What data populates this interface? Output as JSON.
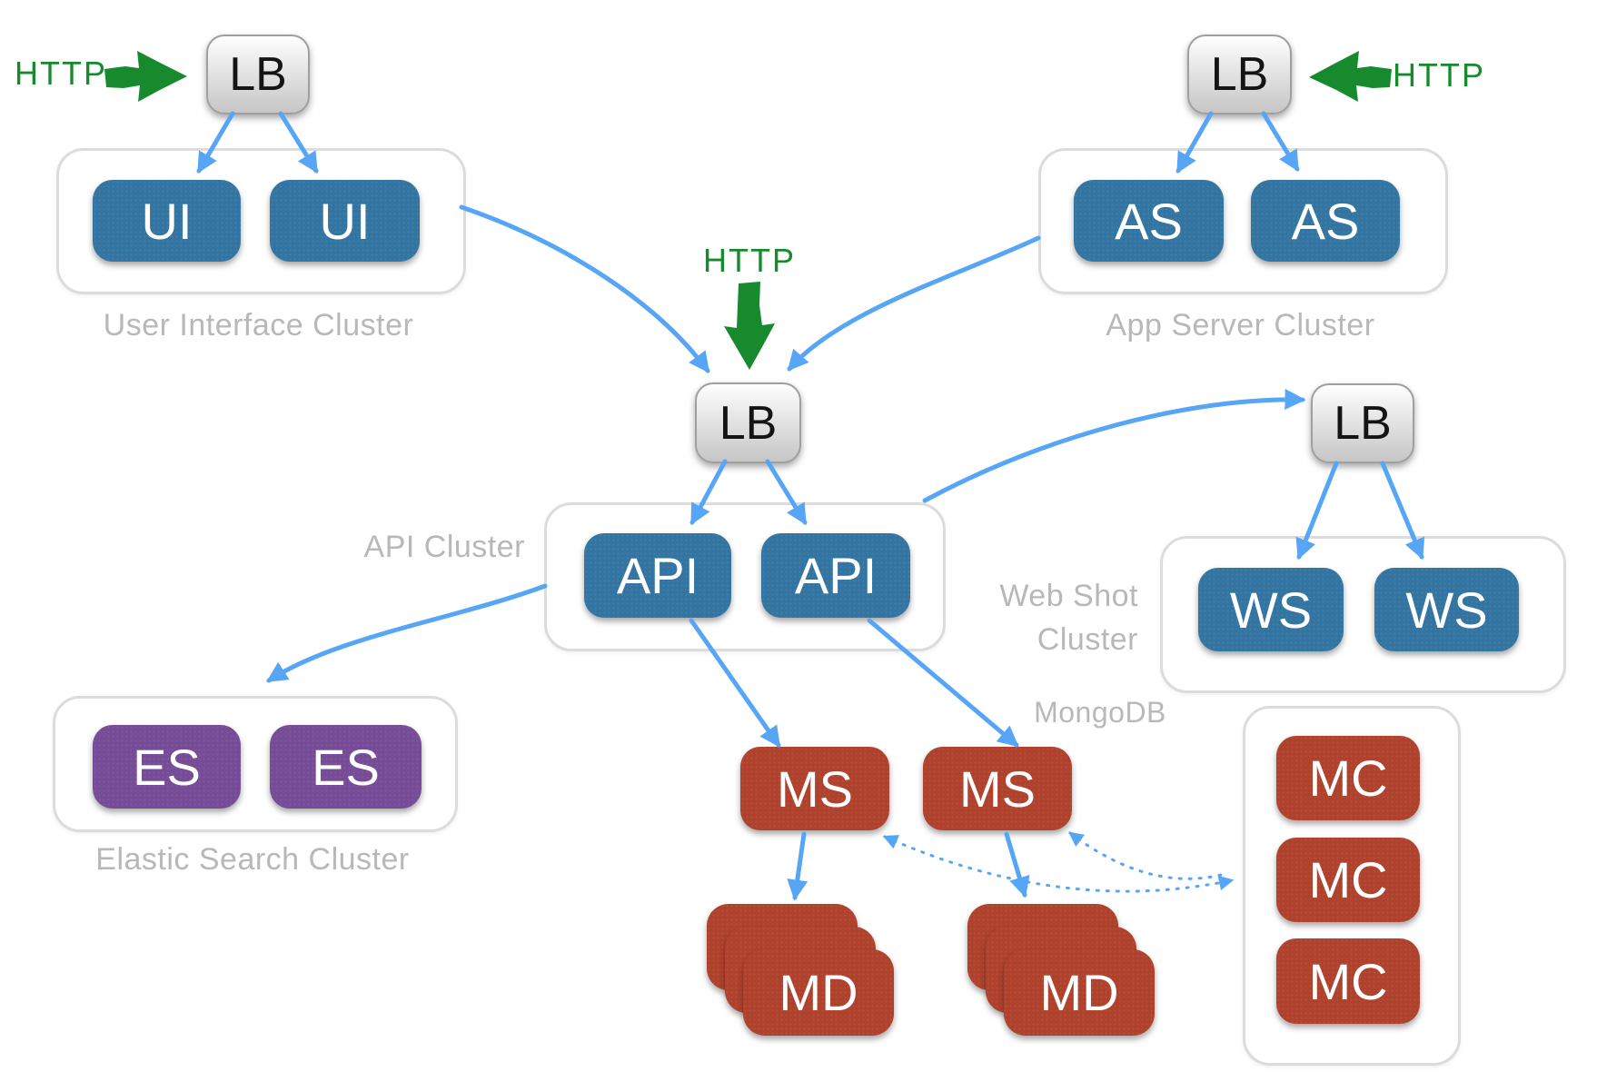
{
  "http_label": "HTTP",
  "lb_label": "LB",
  "clusters": {
    "ui": {
      "label": "User Interface Cluster",
      "nodes": [
        "UI",
        "UI"
      ]
    },
    "app": {
      "label": "App Server Cluster",
      "nodes": [
        "AS",
        "AS"
      ]
    },
    "api": {
      "label": "API Cluster",
      "nodes": [
        "API",
        "API"
      ]
    },
    "webshot": {
      "label": [
        "Web Shot",
        "Cluster"
      ],
      "nodes": [
        "WS",
        "WS"
      ]
    },
    "elastic": {
      "label": "Elastic Search Cluster",
      "nodes": [
        "ES",
        "ES"
      ]
    },
    "mongo_config": {
      "nodes": [
        "MC",
        "MC",
        "MC"
      ]
    }
  },
  "mongo": {
    "label": "MongoDB",
    "shards": [
      "MS",
      "MS"
    ],
    "data_stacks": [
      "MD",
      "MD"
    ]
  },
  "colors": {
    "node_blue": "#3579a8",
    "node_red": "#b5452f",
    "node_purple": "#7c4f9d",
    "lb_top": "#fefefe",
    "lb_bottom": "#c6c6c6",
    "arrow_blue": "#57a5f5",
    "http_green": "#188a2e",
    "cluster_border": "#dcdcdc",
    "label_gray": "#b8b8b8"
  }
}
